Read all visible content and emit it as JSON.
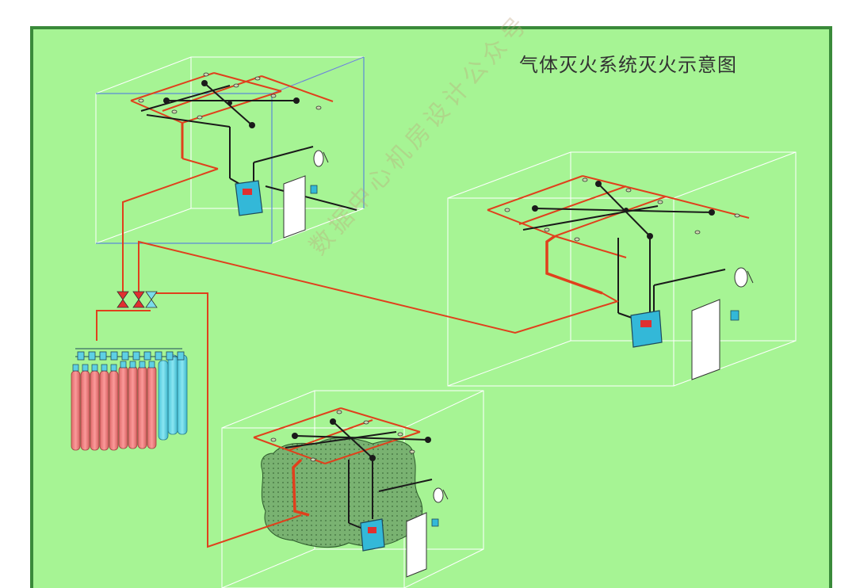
{
  "title": "气体灭火系统灭火示意图",
  "watermark": "数据中心机房设计公众号",
  "colors": {
    "background": "#a6f494",
    "frame": "#3a8a3a",
    "pipe": "#e0401c",
    "red_cylinder": "#f08080",
    "blue_cylinder": "#66d6e8",
    "control_panel": "#33b8d8",
    "gas_cloud": "#6faa6a"
  },
  "icons": [
    "room-box",
    "control-panel-icon",
    "door-icon",
    "alarm-bell-icon",
    "nozzle-icon",
    "valve-icon",
    "cylinder-icon",
    "gas-cloud-icon"
  ]
}
